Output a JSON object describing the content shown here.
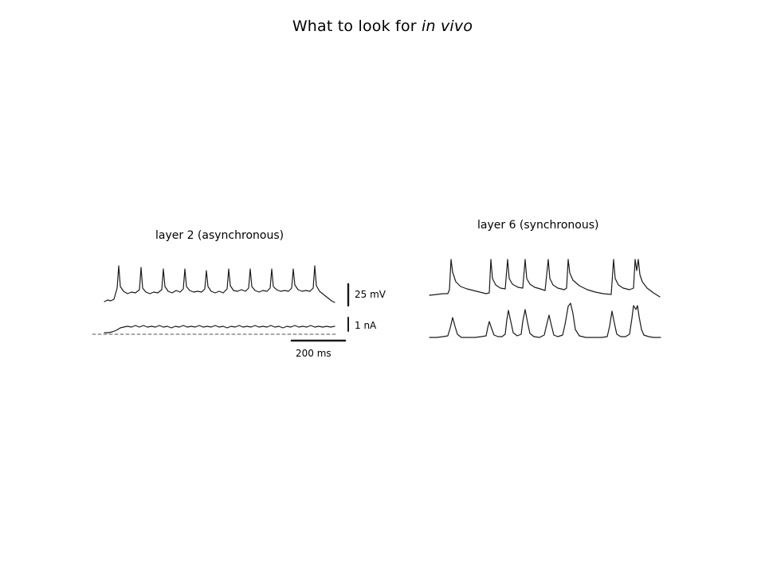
{
  "title": {
    "prefix": "What to look for ",
    "emphasis": "in vivo"
  },
  "panels": {
    "left": {
      "label": "layer 2 (asynchronous)"
    },
    "right": {
      "label": "layer 6 (synchronous)"
    }
  },
  "scale_bars": {
    "voltage": "25 mV",
    "current": "1 nA",
    "time": "200 ms"
  },
  "colors": {
    "trace": "#1a1a1a",
    "background": "#ffffff"
  }
}
